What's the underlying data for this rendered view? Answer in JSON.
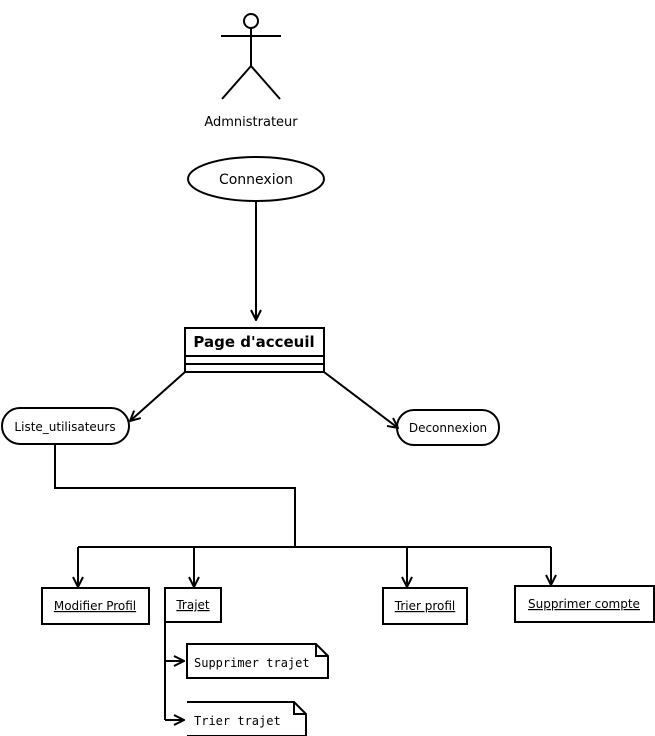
{
  "actor": {
    "label": "Admnistrateur"
  },
  "nodes": {
    "connexion": "Connexion",
    "page_accueil": "Page d'acceuil",
    "liste_utilisateurs": "Liste_utilisateurs",
    "deconnexion": "Deconnexion",
    "modifier_profil": "Modifier Profil",
    "trajet": "Trajet",
    "trier_profil": "Trier profil",
    "supprimer_compte": "Supprimer compte",
    "supprimer_trajet": "Supprimer trajet",
    "trier_trajet": "Trier trajet"
  },
  "colors": {
    "stroke": "#000000",
    "background": "#ffffff"
  }
}
